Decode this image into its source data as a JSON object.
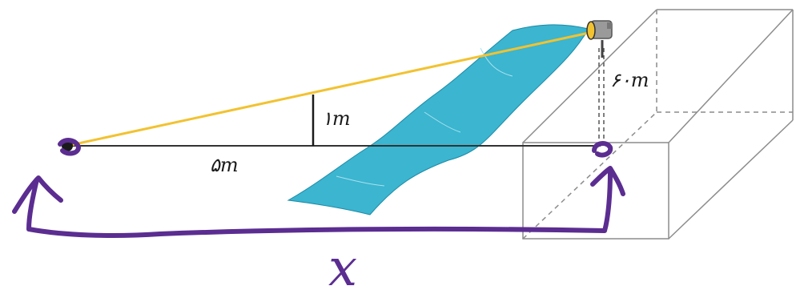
{
  "labels": {
    "short_leg": "۵m",
    "small_height": "۱m",
    "tower_height": "۶۰m",
    "unknown_distance": "x"
  },
  "colors": {
    "line_of_sight": "#f2c230",
    "ground_line": "#333333",
    "river": "#3bb5d0",
    "box_edge": "#8c8c8c",
    "ink": "#5b2d91"
  },
  "icons": {
    "observer": "dot-icon",
    "light": "spotlight-icon"
  }
}
